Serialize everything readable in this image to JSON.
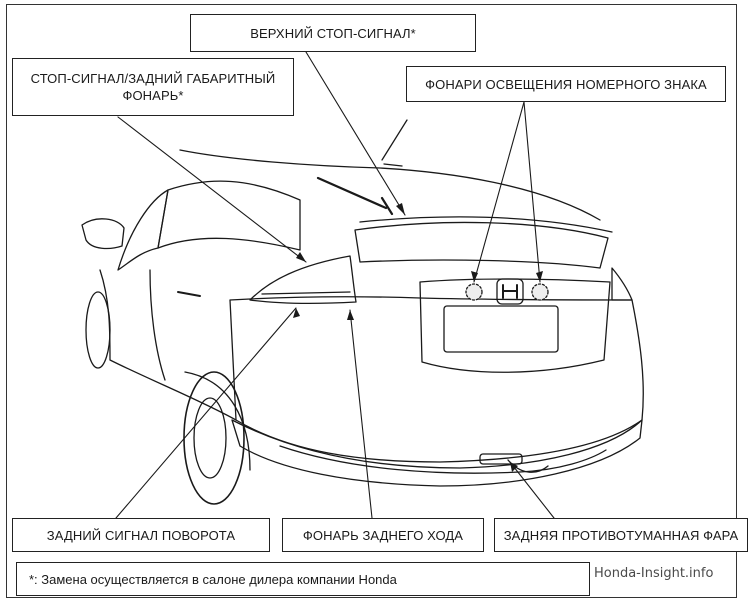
{
  "labels": {
    "brake_upper": "ВЕРХНИЙ СТОП-СИГНАЛ*",
    "brake_tail_line1": "СТОП-СИГНАЛ/ЗАДНИЙ ГАБАРИТНЫЙ",
    "brake_tail_line2": "ФОНАРЬ*",
    "plate_lights": "ФОНАРИ ОСВЕЩЕНИЯ НОМЕРНОГО ЗНАКА",
    "turn_signal": "ЗАДНИЙ СИГНАЛ ПОВОРОТА",
    "reverse_light": "ФОНАРЬ ЗАДНЕГО ХОДА",
    "fog_light": "ЗАДНЯЯ ПРОТИВОТУМАННАЯ ФАРА"
  },
  "footnote": "*: Замена осуществляется в салоне дилера компании Honda",
  "watermark": "Honda-Insight.info",
  "colors": {
    "line": "#1a1a1a",
    "lamp_fill": "#eeeeee"
  }
}
